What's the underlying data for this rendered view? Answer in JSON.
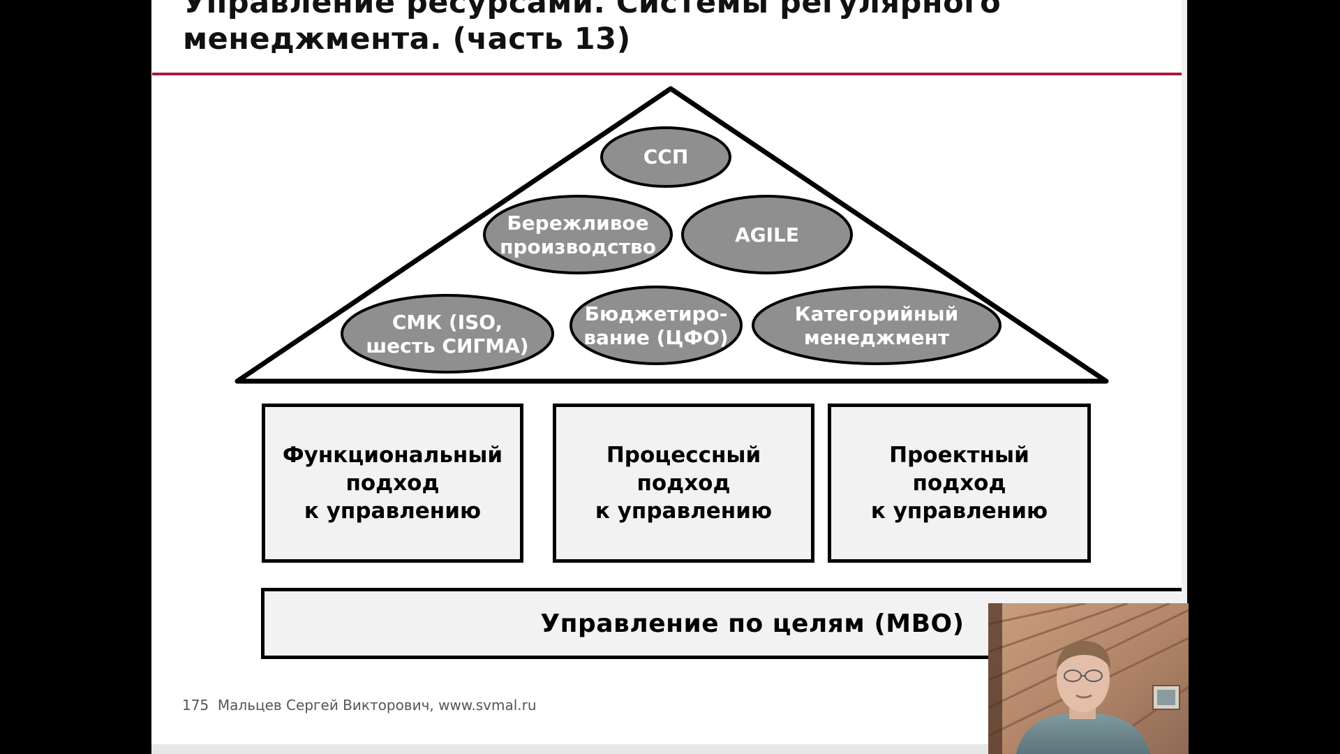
{
  "slide": {
    "title_lines": [
      "Управление ресурсами. Системы регулярного",
      "менеджмента. (часть 13)"
    ],
    "pyramid": {
      "ellipses": [
        {
          "lines": [
            "ССП"
          ]
        },
        {
          "lines": [
            "Бережливое",
            "производство"
          ]
        },
        {
          "lines": [
            "AGILE"
          ]
        },
        {
          "lines": [
            "СМК (ISO,",
            "шесть СИГМА)"
          ]
        },
        {
          "lines": [
            "Бюджетиро-",
            "вание (ЦФО)"
          ]
        },
        {
          "lines": [
            "Категорийный",
            "менеджмент"
          ]
        }
      ]
    },
    "approaches": [
      {
        "lines": [
          "Функциональный",
          "подход",
          "к управлению"
        ]
      },
      {
        "lines": [
          "Процессный",
          "подход",
          "к управлению"
        ]
      },
      {
        "lines": [
          "Проектный",
          "подход",
          "к управлению"
        ]
      }
    ],
    "mbo": "Управление по целям (MBO)",
    "footer": {
      "page_number": "175",
      "author": "Мальцев Сергей Викторович, www.svmal.ru"
    }
  },
  "colors": {
    "title_rule": "#a41c3a",
    "ellipse_fill": "#8f8f8f",
    "box_fill": "#f2f2f2",
    "outline": "#000000"
  }
}
